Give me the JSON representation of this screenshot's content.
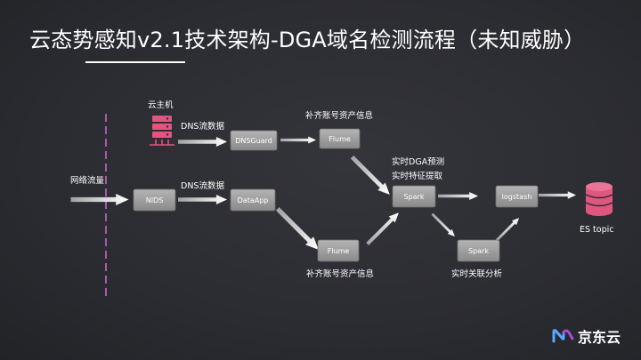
{
  "slide": {
    "title": "云态势感知v2.1技术架构-DGA域名检测流程（未知威胁）"
  },
  "labels": {
    "cloud_host": "云主机",
    "dns_data_top": "DNS流数据",
    "supplement_top": "补齐账号资产信息",
    "network_traffic": "网络流量",
    "dns_data_mid": "DNS流数据",
    "realtime_dga": "实时DGA预测",
    "realtime_feature": "实时特征提取",
    "es_topic": "ES topic",
    "supplement_bottom": "补齐账号资产信息",
    "realtime_correlation": "实时关联分析"
  },
  "nodes": {
    "dnsguard": "DNSGuard",
    "flume_top": "Flume",
    "nids": "NIDS",
    "dataapp": "DataApp",
    "spark_main": "Spark",
    "logstash": "logstash",
    "flume_bottom": "Flume",
    "spark_bottom": "Spark"
  },
  "logo": {
    "text": "京东云"
  },
  "colors": {
    "accent_pink": "#e0567f",
    "dashed_line": "#a65aa8",
    "box_fill": "#9a9a9a",
    "arrow_fill": "#ffffff"
  }
}
